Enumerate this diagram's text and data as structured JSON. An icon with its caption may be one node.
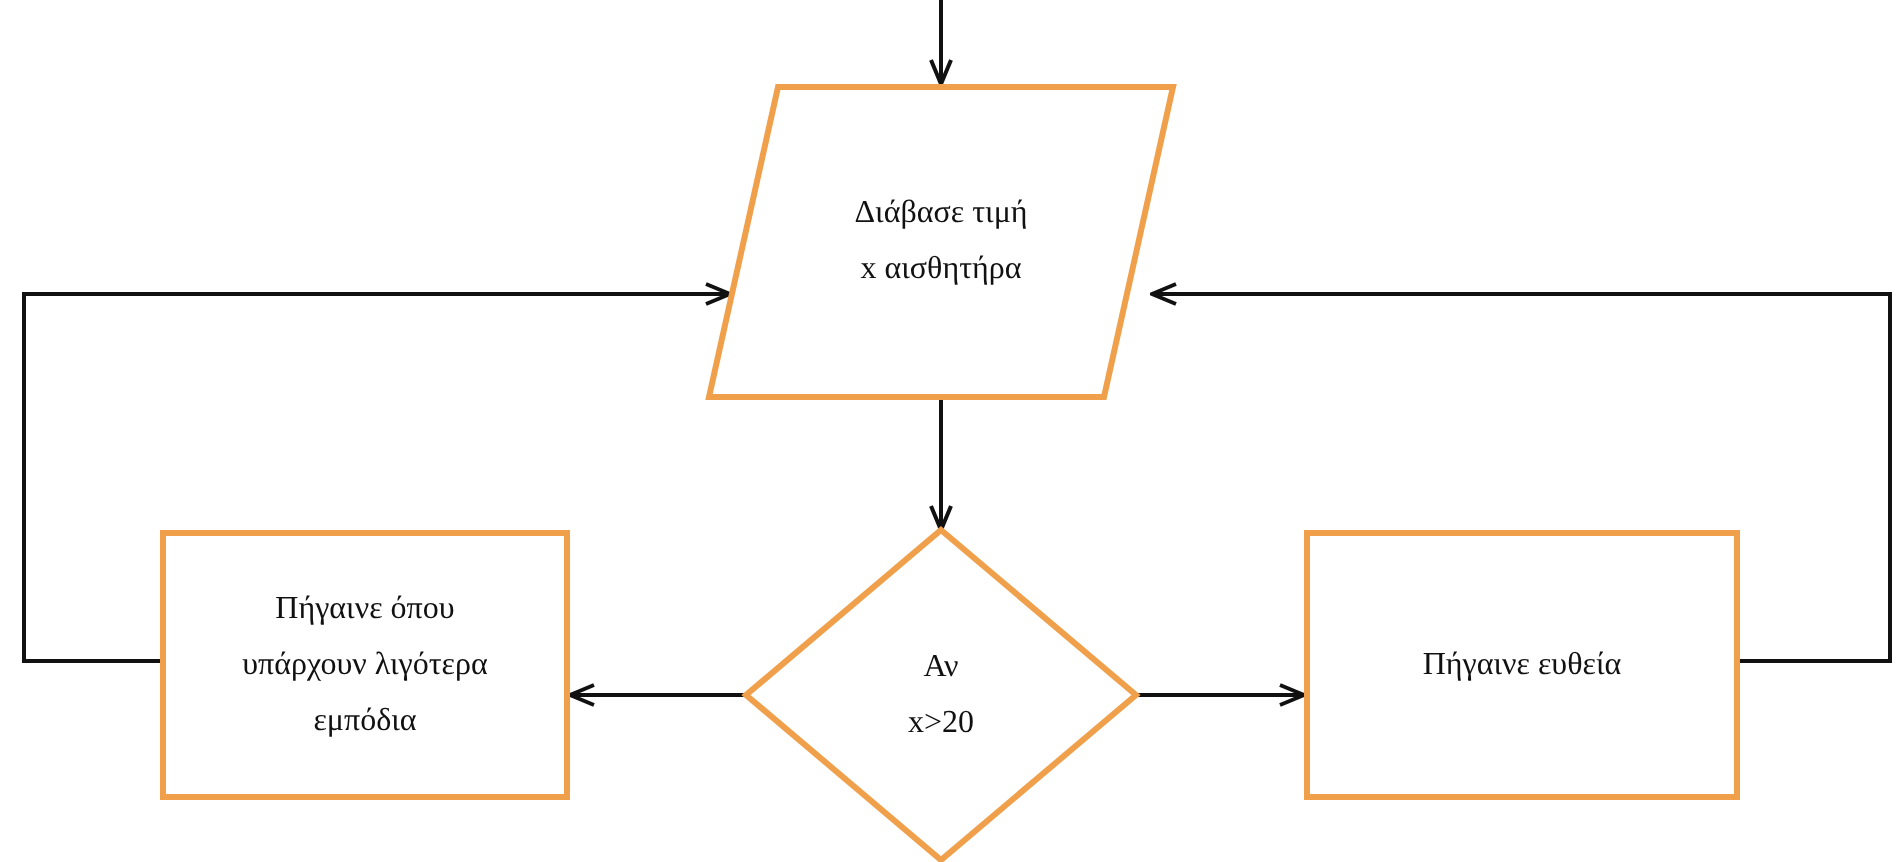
{
  "diagram": {
    "nodes": [
      {
        "text": [
          "Διάβασε τιμή x αισθητήρα"
        ]
      },
      {
        "text": [
          "Πήγαινε όπου υπάρχουν λιγότερα εμπόδια"
        ]
      },
      {
        "text": [
          "Αν x>20"
        ]
      },
      {
        "text": [
          "Πήγαινε ευθεία"
        ]
      }
    ],
    "edges": [
      {
        "from": null,
        "to": 0,
        "arrow": "to"
      },
      {
        "from": 0,
        "to": 2,
        "arrow": "to"
      },
      {
        "from": 2,
        "to": 1,
        "arrow": "to"
      },
      {
        "from": 2,
        "to": 3,
        "arrow": "to"
      },
      {
        "from": 1,
        "to": 0,
        "arrow": "to"
      },
      {
        "from": 3,
        "to": 0,
        "arrow": "to"
      }
    ]
  }
}
